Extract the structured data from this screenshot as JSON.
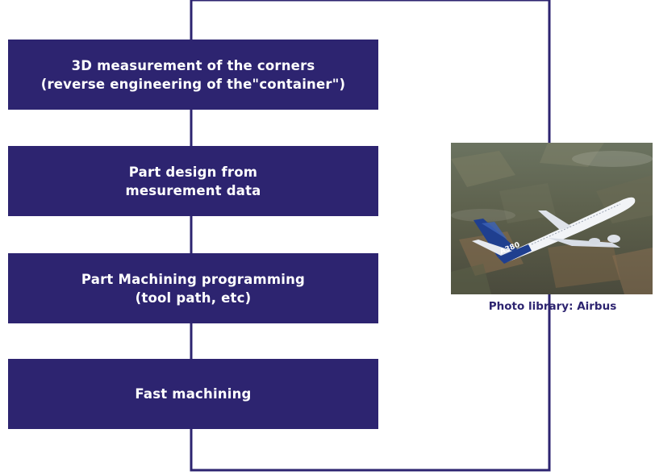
{
  "diagram": {
    "steps": [
      {
        "lines": [
          "3D measurement of the corners",
          "(reverse engineering of the\"container\")"
        ]
      },
      {
        "lines": [
          "Part design from",
          "mesurement data"
        ]
      },
      {
        "lines": [
          "Part Machining programming",
          "(tool path, etc)"
        ]
      },
      {
        "lines": [
          "Fast machining"
        ]
      }
    ],
    "photo": {
      "aircraft_label": "A380",
      "caption": "Photo library: Airbus"
    },
    "colors": {
      "box_fill": "#2d2470",
      "box_text": "#ffffff",
      "connector": "#2d2470",
      "caption_text": "#2d2470"
    }
  }
}
